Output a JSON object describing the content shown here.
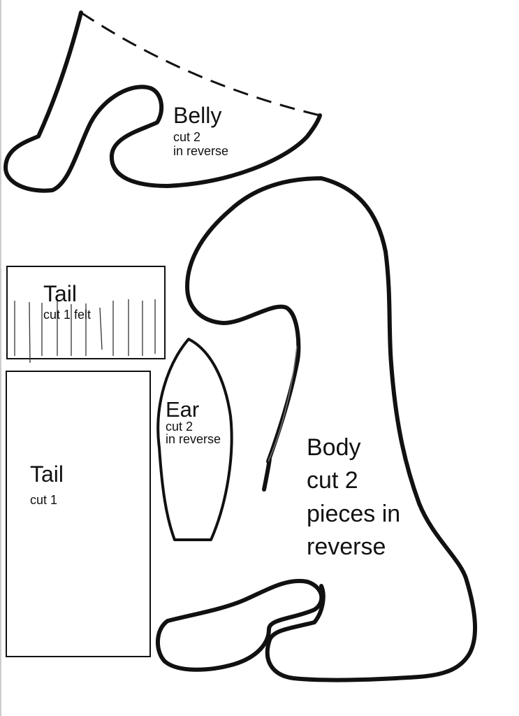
{
  "colors": {
    "outline": "#111111",
    "paper": "#ffffff",
    "fringe": "#333333"
  },
  "pieces": {
    "belly": {
      "name": "Belly",
      "instruction_line1": "cut 2",
      "instruction_line2": "in reverse"
    },
    "tail_fringe": {
      "name": "Tail",
      "instruction": "cut 1 felt"
    },
    "tail_rect": {
      "name": "Tail",
      "instruction": "cut 1"
    },
    "ear": {
      "name": "Ear",
      "instruction_line1": "cut 2",
      "instruction_line2": "in reverse"
    },
    "body": {
      "name": "Body",
      "line1": "cut 2",
      "line2": "pieces in",
      "line3": "reverse"
    }
  }
}
